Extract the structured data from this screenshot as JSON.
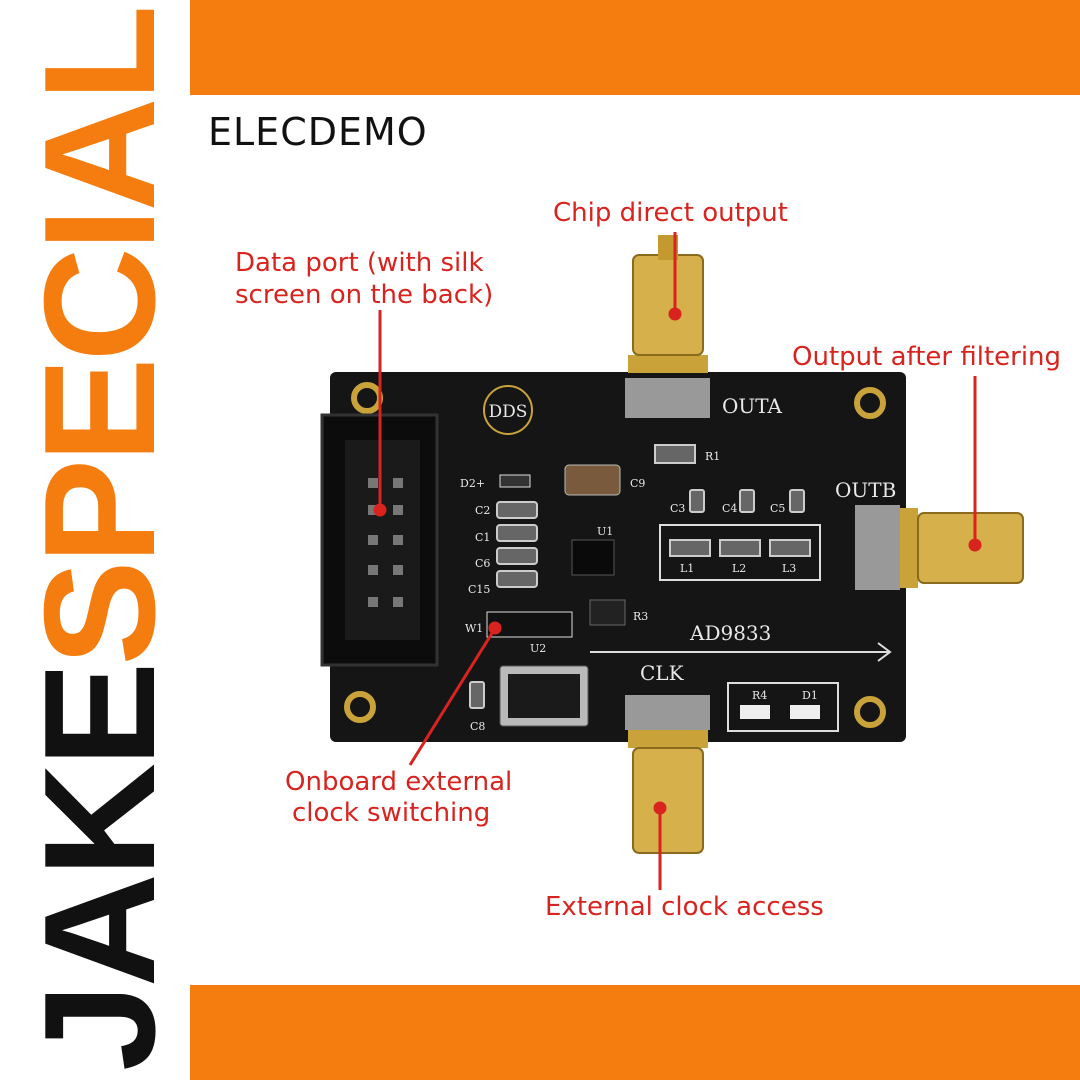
{
  "logo": {
    "part1": "JAKE",
    "part2": "SPECIAL"
  },
  "brand": "ELECDEMO",
  "callouts": {
    "chip_direct_output": "Chip direct output",
    "data_port_line1": "Data port (with silk",
    "data_port_line2": "screen on the back)",
    "output_after_filtering": "Output after filtering",
    "onboard_clock_line1": "Onboard external",
    "onboard_clock_line2": "clock switching",
    "external_clock_access": "External clock access"
  },
  "silkscreen": {
    "dds": "DDS",
    "outa": "OUTA",
    "outb": "OUTB",
    "clk": "CLK",
    "chip": "AD9833",
    "u1": "U1",
    "u2": "U2",
    "r1": "R1",
    "r3": "R3",
    "r4": "R4",
    "d1": "D1",
    "d2": "D2+",
    "w1": "W1",
    "c2": "C2",
    "c1": "C1",
    "c6": "C6",
    "c15": "C15",
    "c8": "C8",
    "c9": "C9",
    "c3": "C3",
    "c4": "C4",
    "c5": "C5",
    "l1": "L1",
    "l2": "L2",
    "l3": "L3"
  },
  "colors": {
    "orange": "#f57c0f",
    "callout_red": "#d8231f",
    "pcb": "#151515",
    "gold": "#c9a23a"
  }
}
